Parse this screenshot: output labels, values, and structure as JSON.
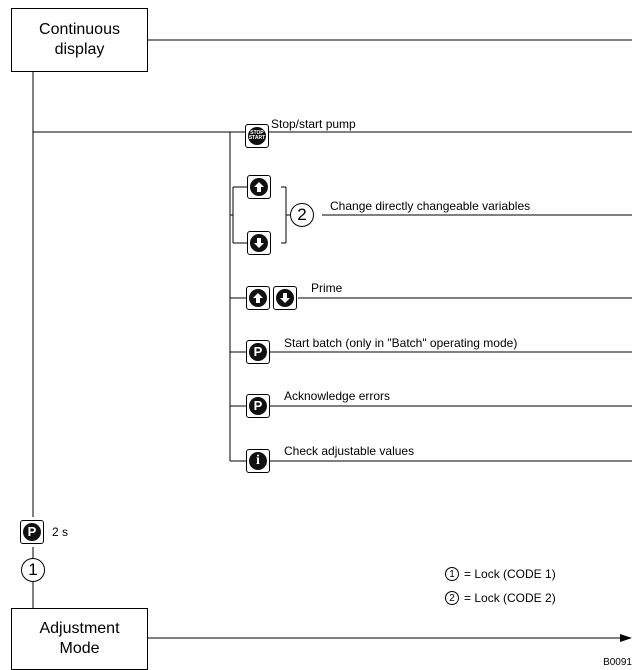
{
  "boxes": {
    "continuous": [
      "Continuous",
      "display"
    ],
    "adjustment": [
      "Adjustment",
      "Mode"
    ]
  },
  "items": {
    "stop_start": "Stop/start pump",
    "change": "Change directly changeable variables",
    "prime": "Prime",
    "start_batch": "Start batch (only in \"Batch\" operating mode)",
    "acknowledge": "Acknowledge errors",
    "check": "Check adjustable values"
  },
  "keys": {
    "stop_top": "STOP",
    "stop_bottom": "START",
    "p": "P",
    "info": "i"
  },
  "circles": {
    "one": "1",
    "two": "2"
  },
  "hold_time": "2 s",
  "legend": {
    "one_num": "1",
    "one_text": "= Lock (CODE 1)",
    "two_num": "2",
    "two_text": "= Lock (CODE 2)"
  },
  "figure_code": "B0091"
}
